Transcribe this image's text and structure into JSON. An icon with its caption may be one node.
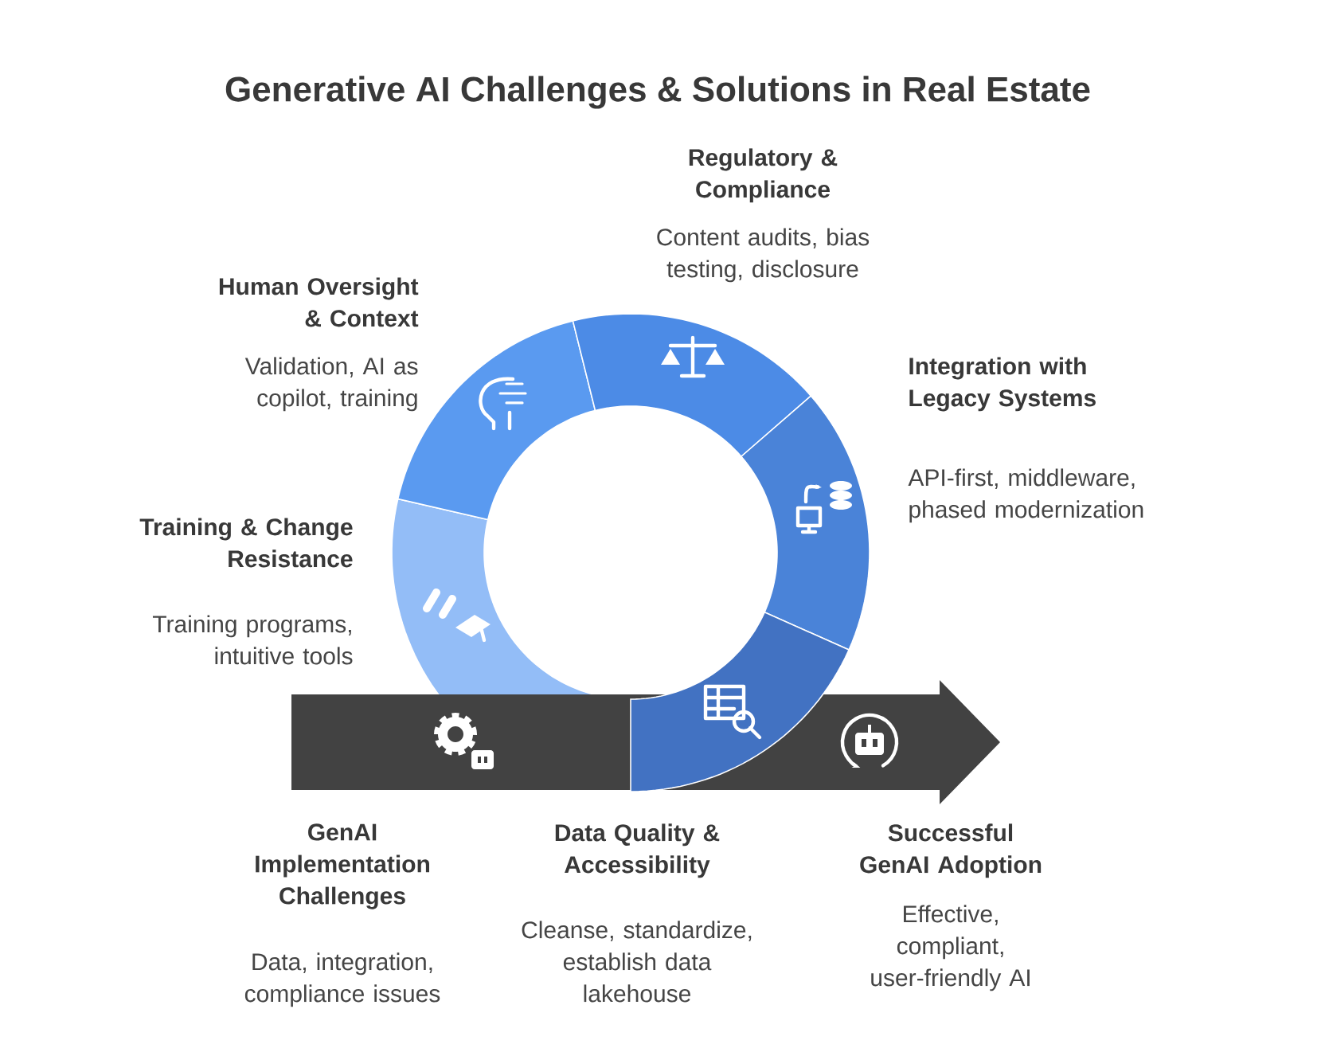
{
  "diagram": {
    "title": "Generative AI Challenges & Solutions in Real Estate",
    "nodes": [
      {
        "text": [
          "Regulatory & Compliance",
          "Content audits, bias testing, disclosure"
        ]
      },
      {
        "text": [
          "Human Oversight & Context",
          "Validation, AI as copilot, training"
        ]
      },
      {
        "text": [
          "Integration with Legacy Systems",
          "API-first, middleware, phased modernization"
        ]
      },
      {
        "text": [
          "Training & Change Resistance",
          "Training programs, intuitive tools"
        ]
      },
      {
        "text": [
          "GenAI Implementation Challenges",
          "Data, integration, compliance issues"
        ]
      },
      {
        "text": [
          "Data Quality & Accessibility",
          "Cleanse, standardize, establish data lakehouse"
        ]
      },
      {
        "text": [
          "Successful GenAI Adoption",
          "Effective, compliant, user-friendly AI"
        ]
      }
    ]
  }
}
